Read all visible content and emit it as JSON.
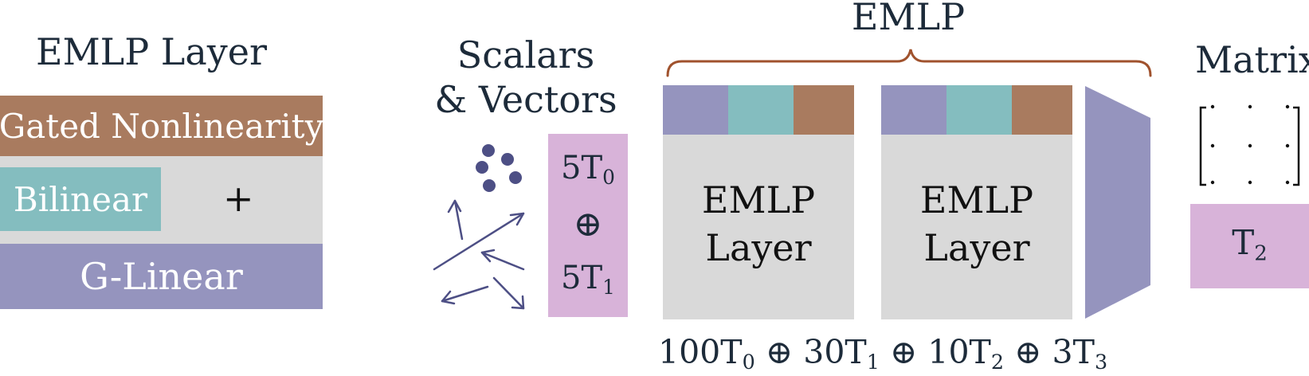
{
  "left_panel": {
    "title": "EMLP Layer",
    "gated_label": "Gated Nonlinearity",
    "bilinear_label": "Bilinear",
    "plus_label": "+",
    "glinear_label": "G-Linear"
  },
  "input": {
    "title_line1": "Scalars",
    "title_line2": "& Vectors",
    "rep_top_coef": "5T",
    "rep_top_sub": "0",
    "rep_op": "⊕",
    "rep_bottom_coef": "5T",
    "rep_bottom_sub": "1"
  },
  "emlp": {
    "title": "EMLP",
    "layer1_line1": "EMLP",
    "layer1_line2": "Layer",
    "layer2_line1": "EMLP",
    "layer2_line2": "Layer",
    "hidden_rep": [
      {
        "coef": "100T",
        "sub": "0"
      },
      {
        "coef": "30T",
        "sub": "1"
      },
      {
        "coef": "10T",
        "sub": "2"
      },
      {
        "coef": "3T",
        "sub": "3"
      }
    ],
    "hidden_rep_op": "⊕"
  },
  "output": {
    "title": "Matrix",
    "rep_coef": "T",
    "rep_sub": "2"
  },
  "colors": {
    "brown": "#a97b5f",
    "teal": "#84bdbf",
    "purple": "#9594be",
    "gray": "#d9d9d9",
    "pink": "#d8b3d9",
    "navy": "#4d4f85",
    "brace": "#a0522d"
  }
}
